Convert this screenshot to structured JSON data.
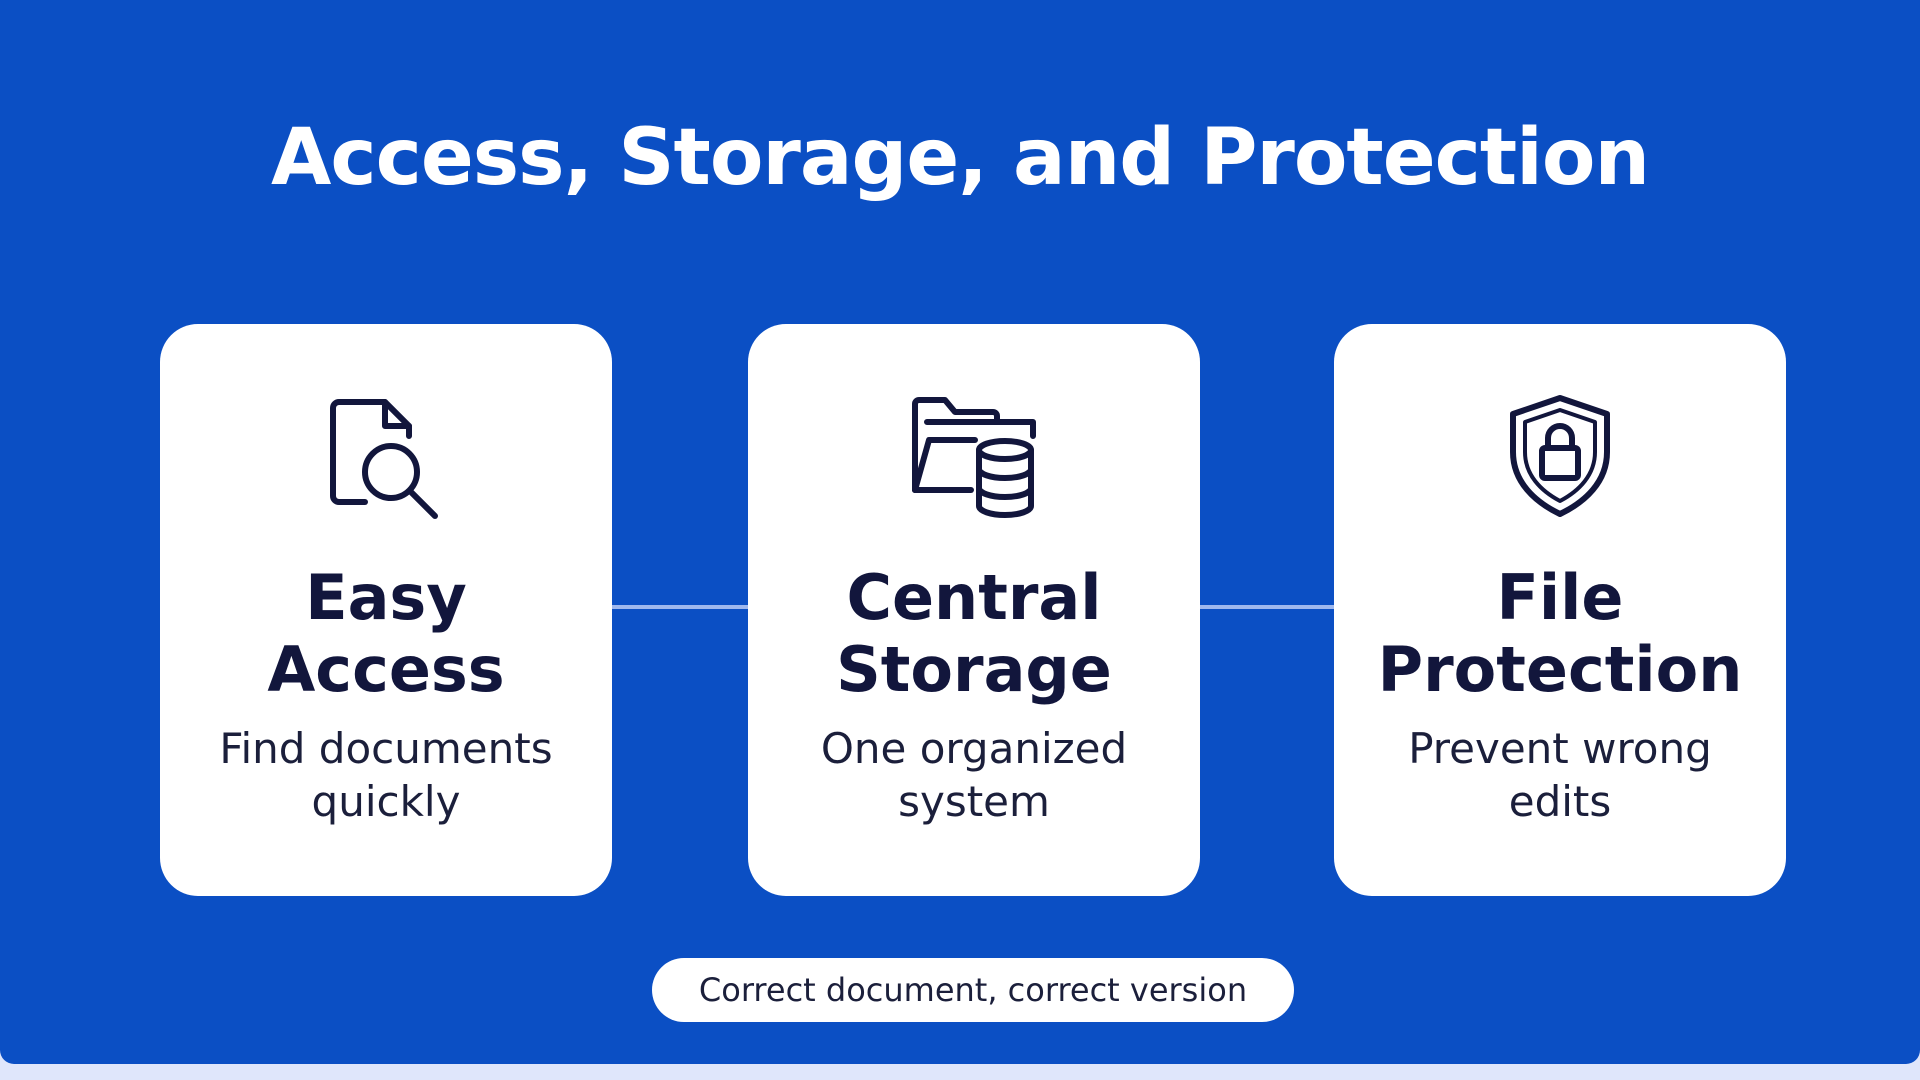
{
  "title": "Access, Storage, and Protection",
  "cards": [
    {
      "icon": "document-search-icon",
      "heading_lines": [
        "Easy",
        "Access"
      ],
      "desc_lines": [
        "Find documents",
        "quickly"
      ]
    },
    {
      "icon": "folder-database-icon",
      "heading_lines": [
        "Central",
        "Storage"
      ],
      "desc_lines": [
        "One organized",
        "system"
      ]
    },
    {
      "icon": "shield-lock-icon",
      "heading_lines": [
        "File",
        "Protection"
      ],
      "desc_lines": [
        "Prevent wrong",
        "edits"
      ]
    }
  ],
  "footer": "Correct document, correct version",
  "colors": {
    "background": "#0b4fc4",
    "card": "#ffffff",
    "text_dark": "#12163c",
    "connector": "#9fb8ee"
  }
}
